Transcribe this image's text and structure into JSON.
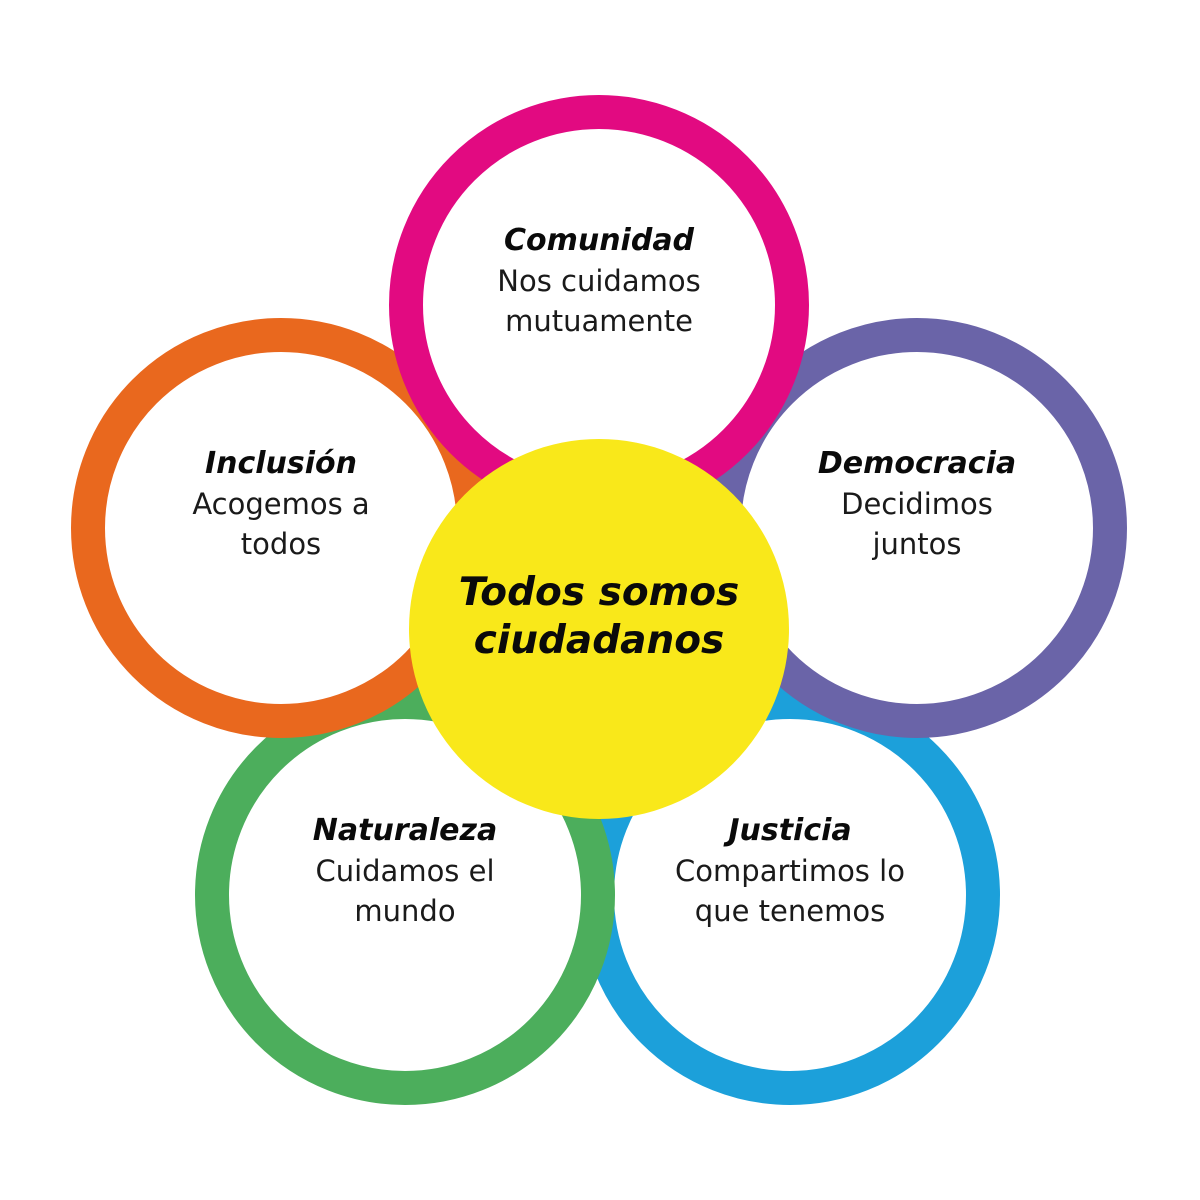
{
  "colors": {
    "background": "#ffffff",
    "center_fill": "#f9e81a",
    "comunidad": "#e20a81",
    "democracia": "#6a64a8",
    "justicia": "#1ca0da",
    "naturaleza": "#4cae5c",
    "inclusion": "#e9681e"
  },
  "center": {
    "title": "Todos somos\nciudadanos"
  },
  "values": [
    {
      "key": "comunidad",
      "title": "Comunidad",
      "description": "Nos cuidamos\nmutuamente"
    },
    {
      "key": "democracia",
      "title": "Democracia",
      "description": "Decidimos\njuntos"
    },
    {
      "key": "justicia",
      "title": "Justicia",
      "description": "Compartimos lo\nque tenemos"
    },
    {
      "key": "naturaleza",
      "title": "Naturaleza",
      "description": "Cuidamos el\nmundo"
    },
    {
      "key": "inclusion",
      "title": "Inclusión",
      "description": "Acogemos a\ntodos"
    }
  ]
}
